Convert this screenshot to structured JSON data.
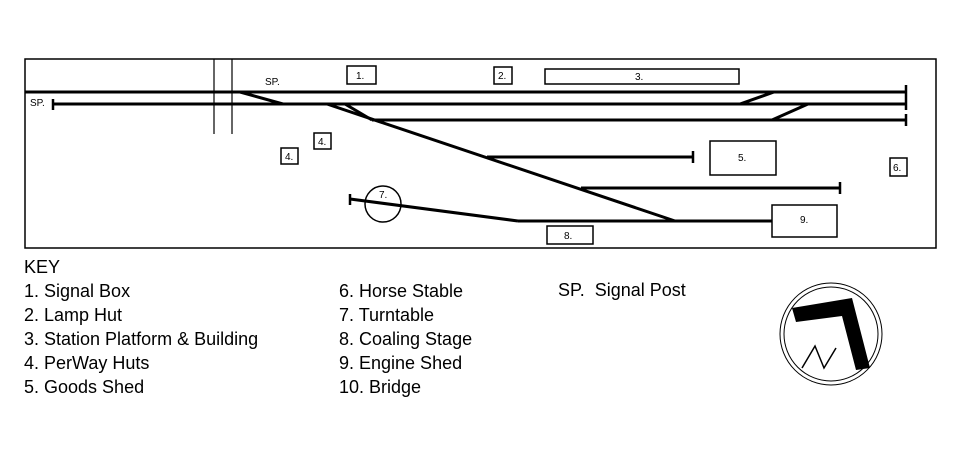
{
  "diagram": {
    "labels": {
      "signal_box": "1.",
      "lamp_hut": "2.",
      "platform": "3.",
      "perway_hut_a": "4.",
      "perway_hut_b": "4.",
      "goods_shed": "5.",
      "horse_stable": "6.",
      "turntable": "7.",
      "coaling_stage": "8.",
      "engine_shed": "9.",
      "signal_post_left": "SP.",
      "signal_post_top": "SP."
    }
  },
  "key": {
    "title": "KEY",
    "col1": [
      "1. Signal Box",
      "2. Lamp Hut",
      "3. Station Platform & Building",
      "4. PerWay Huts",
      "5. Goods Shed"
    ],
    "col2": [
      "6. Horse Stable",
      "7. Turntable",
      "8. Coaling Stage",
      "9. Engine Shed",
      "10. Bridge"
    ],
    "col3": [
      "SP.  Signal Post"
    ]
  },
  "north_arrow": {
    "letter": "N"
  }
}
